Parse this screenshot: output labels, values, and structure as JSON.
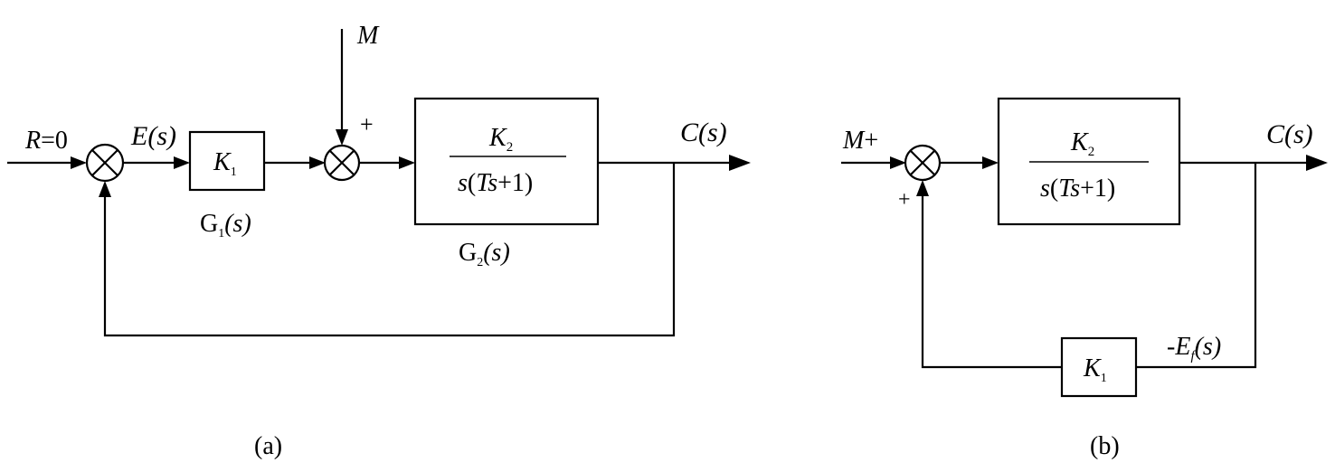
{
  "diagram_a": {
    "input_symbol": "R",
    "input_value": "=0",
    "error_symbol": "E",
    "error_arg": "(s)",
    "k1_base": "K",
    "k1_sub": "1",
    "g1_label_base": "G",
    "g1_label_sub": "1",
    "g1_label_arg": "(s)",
    "disturbance": "M",
    "disturbance_sign": "+",
    "tf_num_base": "K",
    "tf_num_sub": "2",
    "tf_den_s": "s",
    "tf_den_paren_open": "(",
    "tf_den_T": "Ts",
    "tf_den_rest": "+1)",
    "g2_label_base": "G",
    "g2_label_sub": "2",
    "g2_label_arg": "(s)",
    "output_symbol": "C",
    "output_arg": "(s)",
    "caption": "(a)"
  },
  "diagram_b": {
    "input_symbol": "M",
    "input_sign": "+",
    "feedback_sign": "+",
    "tf_num_base": "K",
    "tf_num_sub": "2",
    "tf_den_s": "s",
    "tf_den_paren_open": "(",
    "tf_den_T": "Ts",
    "tf_den_rest": "+1)",
    "output_symbol": "C",
    "output_arg": "(s)",
    "k1_base": "K",
    "k1_sub": "1",
    "feedback_prefix": "-",
    "feedback_symbol": "E",
    "feedback_sub": "f",
    "feedback_arg": "(s)",
    "caption": "(b)"
  }
}
